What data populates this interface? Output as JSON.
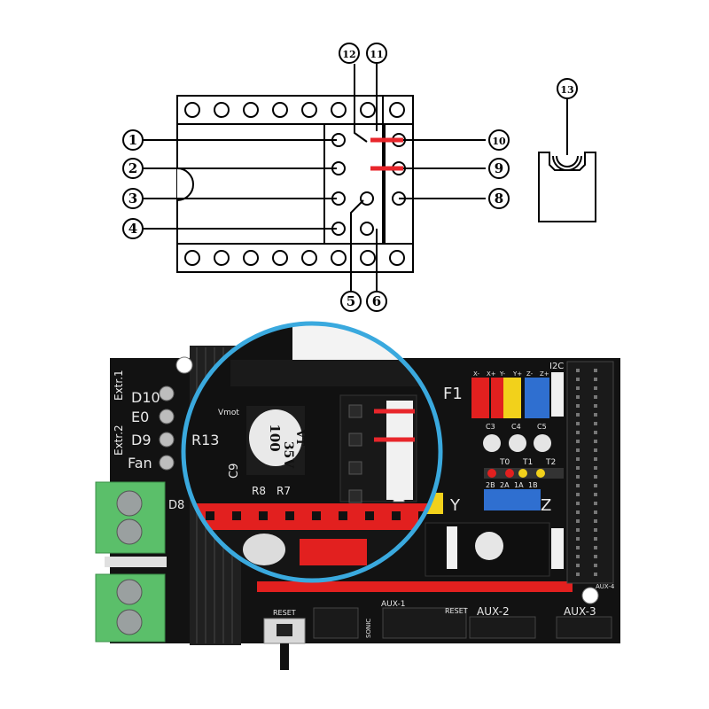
{
  "diagram": {
    "pin_labels": [
      "1",
      "2",
      "3",
      "4",
      "5",
      "6",
      "8",
      "9",
      "10",
      "11",
      "12",
      "13"
    ]
  },
  "board": {
    "connector_labels": {
      "extr1": "Extr.1",
      "d10": "D10",
      "e0": "E0",
      "extr2": "Extr.2",
      "d9": "D9",
      "fan": "Fan",
      "d8": "D8",
      "r13": "R13",
      "vmot": "Vmot",
      "c9": "C9",
      "r8": "R8",
      "r7": "R7",
      "f1": "F1",
      "i2c": "I2C",
      "reset": "RESET",
      "aux1": "AUX-1",
      "aux2": "AUX-2",
      "aux3": "AUX-3",
      "aux4": "AUX-4",
      "sonic": "SONIC",
      "y": "Y",
      "z": "Z"
    },
    "capacitor": {
      "line1": "100",
      "line2": "35V",
      "line3": "VT"
    },
    "capacitor_labels": [
      "C3",
      "C4",
      "C5"
    ],
    "microstep_labels": [
      "2B",
      "2A",
      "1A",
      "1B"
    ],
    "endstop_labels": [
      "X-",
      "X+",
      "Y-",
      "Y+",
      "Z-",
      "Z+"
    ],
    "t_labels": [
      "T0",
      "T1",
      "T2"
    ]
  },
  "colors": {
    "jumper_red": "#e8262b",
    "magnifier_ring": "#3aa9de",
    "terminal_green": "#5bbf6a",
    "board_black": "#111111",
    "header_red": "#e2201f"
  }
}
